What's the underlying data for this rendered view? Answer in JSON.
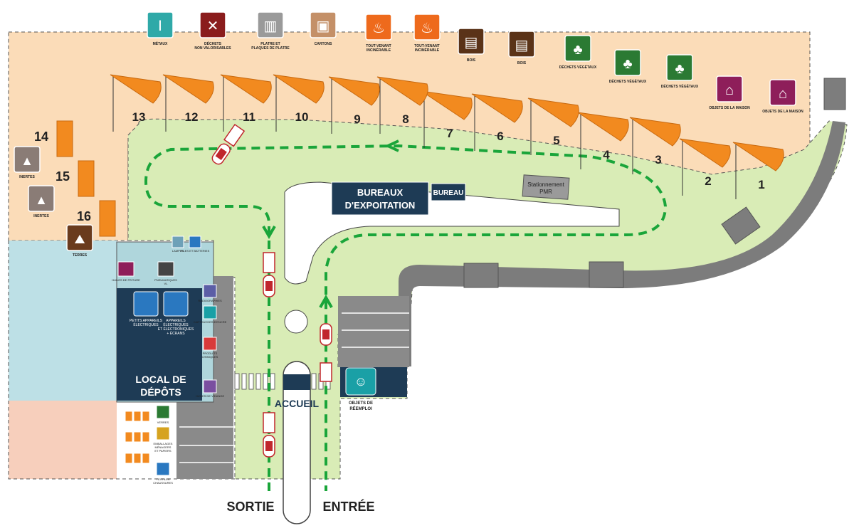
{
  "bays": [
    {
      "number": "1",
      "label": "OBJETS DE LA MAISON",
      "label2": "",
      "icon": "house-icon",
      "color": "#8e1e5a"
    },
    {
      "number": "2",
      "label": "OBJETS DE LA MAISON",
      "label2": "",
      "icon": "house-icon",
      "color": "#8e1e5a"
    },
    {
      "number": "3",
      "label": "DÉCHETS VÉGÉTAUX",
      "label2": "",
      "icon": "tree-icon",
      "color": "#2b7a33"
    },
    {
      "number": "4",
      "label": "DÉCHETS VÉGÉTAUX",
      "label2": "",
      "icon": "tree-icon",
      "color": "#2b7a33"
    },
    {
      "number": "5",
      "label": "DÉCHETS VÉGÉTAUX",
      "label2": "",
      "icon": "tree-icon",
      "color": "#2b7a33"
    },
    {
      "number": "6",
      "label": "BOIS",
      "label2": "",
      "icon": "pallet-icon",
      "color": "#5a3318"
    },
    {
      "number": "7",
      "label": "BOIS",
      "label2": "",
      "icon": "pallet-icon",
      "color": "#5a3318"
    },
    {
      "number": "8",
      "label": "TOUT-VENANT",
      "label2": "INCINÉRABLE",
      "icon": "flame-icon",
      "color": "#ee6a1c"
    },
    {
      "number": "9",
      "label": "TOUT-VENANT",
      "label2": "INCINÉRABLE",
      "icon": "flame-icon",
      "color": "#ee6a1c"
    },
    {
      "number": "10",
      "label": "CARTONS",
      "label2": "",
      "icon": "box-icon",
      "color": "#c49068"
    },
    {
      "number": "11",
      "label": "PLATRE ET",
      "label2": "PLAQUES DE PLATRE",
      "icon": "plaster-icon",
      "color": "#9a9a9a"
    },
    {
      "number": "12",
      "label": "DÉCHETS",
      "label2": "NON VALORISABLES",
      "icon": "nonrecyclable-icon",
      "color": "#8a1c1c"
    },
    {
      "number": "13",
      "label": "MÉTAUX",
      "label2": "",
      "icon": "girder-icon",
      "color": "#2fa9a8"
    }
  ],
  "left_bays": [
    {
      "number": "14",
      "label": "INERTES",
      "icon": "rubble-icon",
      "color": "#8a7c76"
    },
    {
      "number": "15",
      "label": "INERTES",
      "icon": "rubble-icon",
      "color": "#8a7c76"
    },
    {
      "number": "16",
      "label": "TERRES",
      "icon": "soil-icon",
      "color": "#6a3b1d"
    }
  ],
  "buildings": {
    "offices": [
      "BUREAUX",
      "D'EXPOITATION"
    ],
    "bureau": "BUREAU",
    "pmr": [
      "Stationnement",
      "PMR"
    ],
    "local": [
      "LOCAL DE",
      "DÉPÔTS"
    ],
    "accueil": "ACCUEIL",
    "reemploi": [
      "OBJETS DE",
      "RÉEMPLOI"
    ]
  },
  "local_items": {
    "lampes": "LAMPES",
    "piles": "PILES ET BATTERIES",
    "huiles": "HUILES DE FRITURE",
    "pneus": [
      "PNEUMATIQUES",
      "VL"
    ],
    "petits": [
      "PETITS APPAREILS",
      "ÉLECTRIQUES"
    ],
    "appareils": [
      "APPAREILS",
      "ÉLECTRIQUES",
      "ET ÉLECTRONIQUES",
      "+ ÉCRANS"
    ],
    "radio": "RADIOGRAPHIES",
    "cartouches": "CARTOUCHES D'ENCRE",
    "produits": [
      "PRODUITS",
      "CHIMIQUES"
    ],
    "huiles_moteur": "HUILES DE VIDANGE",
    "verres": "VERRES",
    "emballages": [
      "EMBALLAGES",
      "MÉNAGERS",
      "ET PAPIERS"
    ],
    "textiles": [
      "TEXTILES",
      "CHAUSSURES"
    ]
  },
  "directions": {
    "exit": "SORTIE",
    "entry": "ENTRÉE"
  },
  "colors": {
    "zone": "#fbdcb8",
    "ground": "#d9ecb6",
    "road": "#7c7c7c",
    "orange": "#f28a1f",
    "path": "#1aa53a",
    "navy": "#1e3b55",
    "blue_zone": "#bde0e6",
    "pink_zone": "#f7cfbc"
  }
}
